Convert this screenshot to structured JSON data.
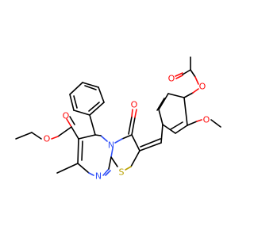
{
  "atoms": {
    "o_ester_carbonyl": "O",
    "o_ester_ether": "O",
    "o_ketone": "O",
    "o_acetyl_carbonyl": "O",
    "o_acetyl_ether": "O",
    "o_methoxy": "O",
    "n_ring": "N",
    "n_bridge": "N",
    "s_thiazole": "S"
  },
  "colors": {
    "oxygen": "#ff0d0d",
    "nitrogen": "#3050f8",
    "sulfur": "#b8a000",
    "carbon_bond": "#000000",
    "background": "#ffffff"
  }
}
